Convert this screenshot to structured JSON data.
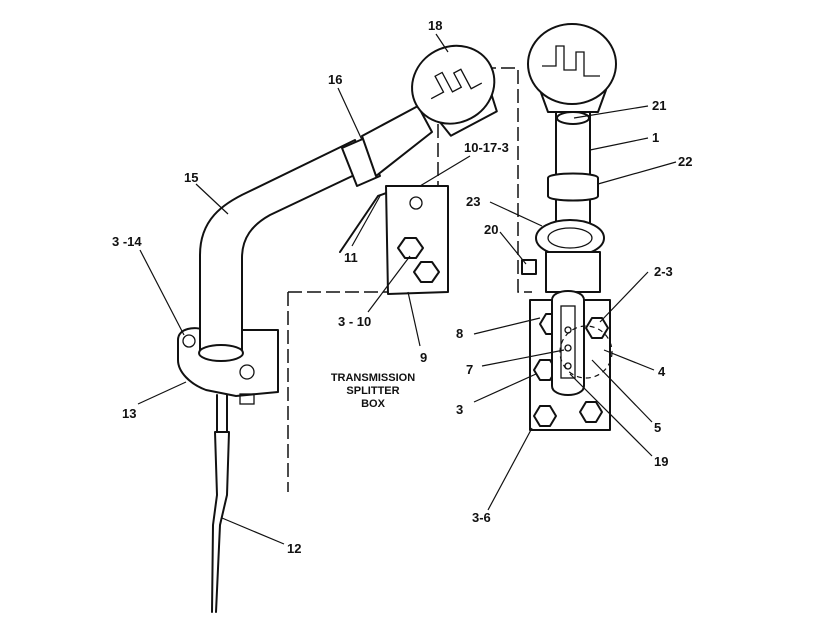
{
  "caption": [
    "TRANSMISSION",
    "SPLITTER",
    "BOX"
  ],
  "callouts": [
    "18",
    "16",
    "15",
    "3 -14",
    "10-17-3",
    "11",
    "3 - 10",
    "9",
    "13",
    "12",
    "21",
    "1",
    "22",
    "23",
    "20",
    "2-3",
    "8",
    "7",
    "4",
    "3",
    "5",
    "19",
    "3-6"
  ]
}
